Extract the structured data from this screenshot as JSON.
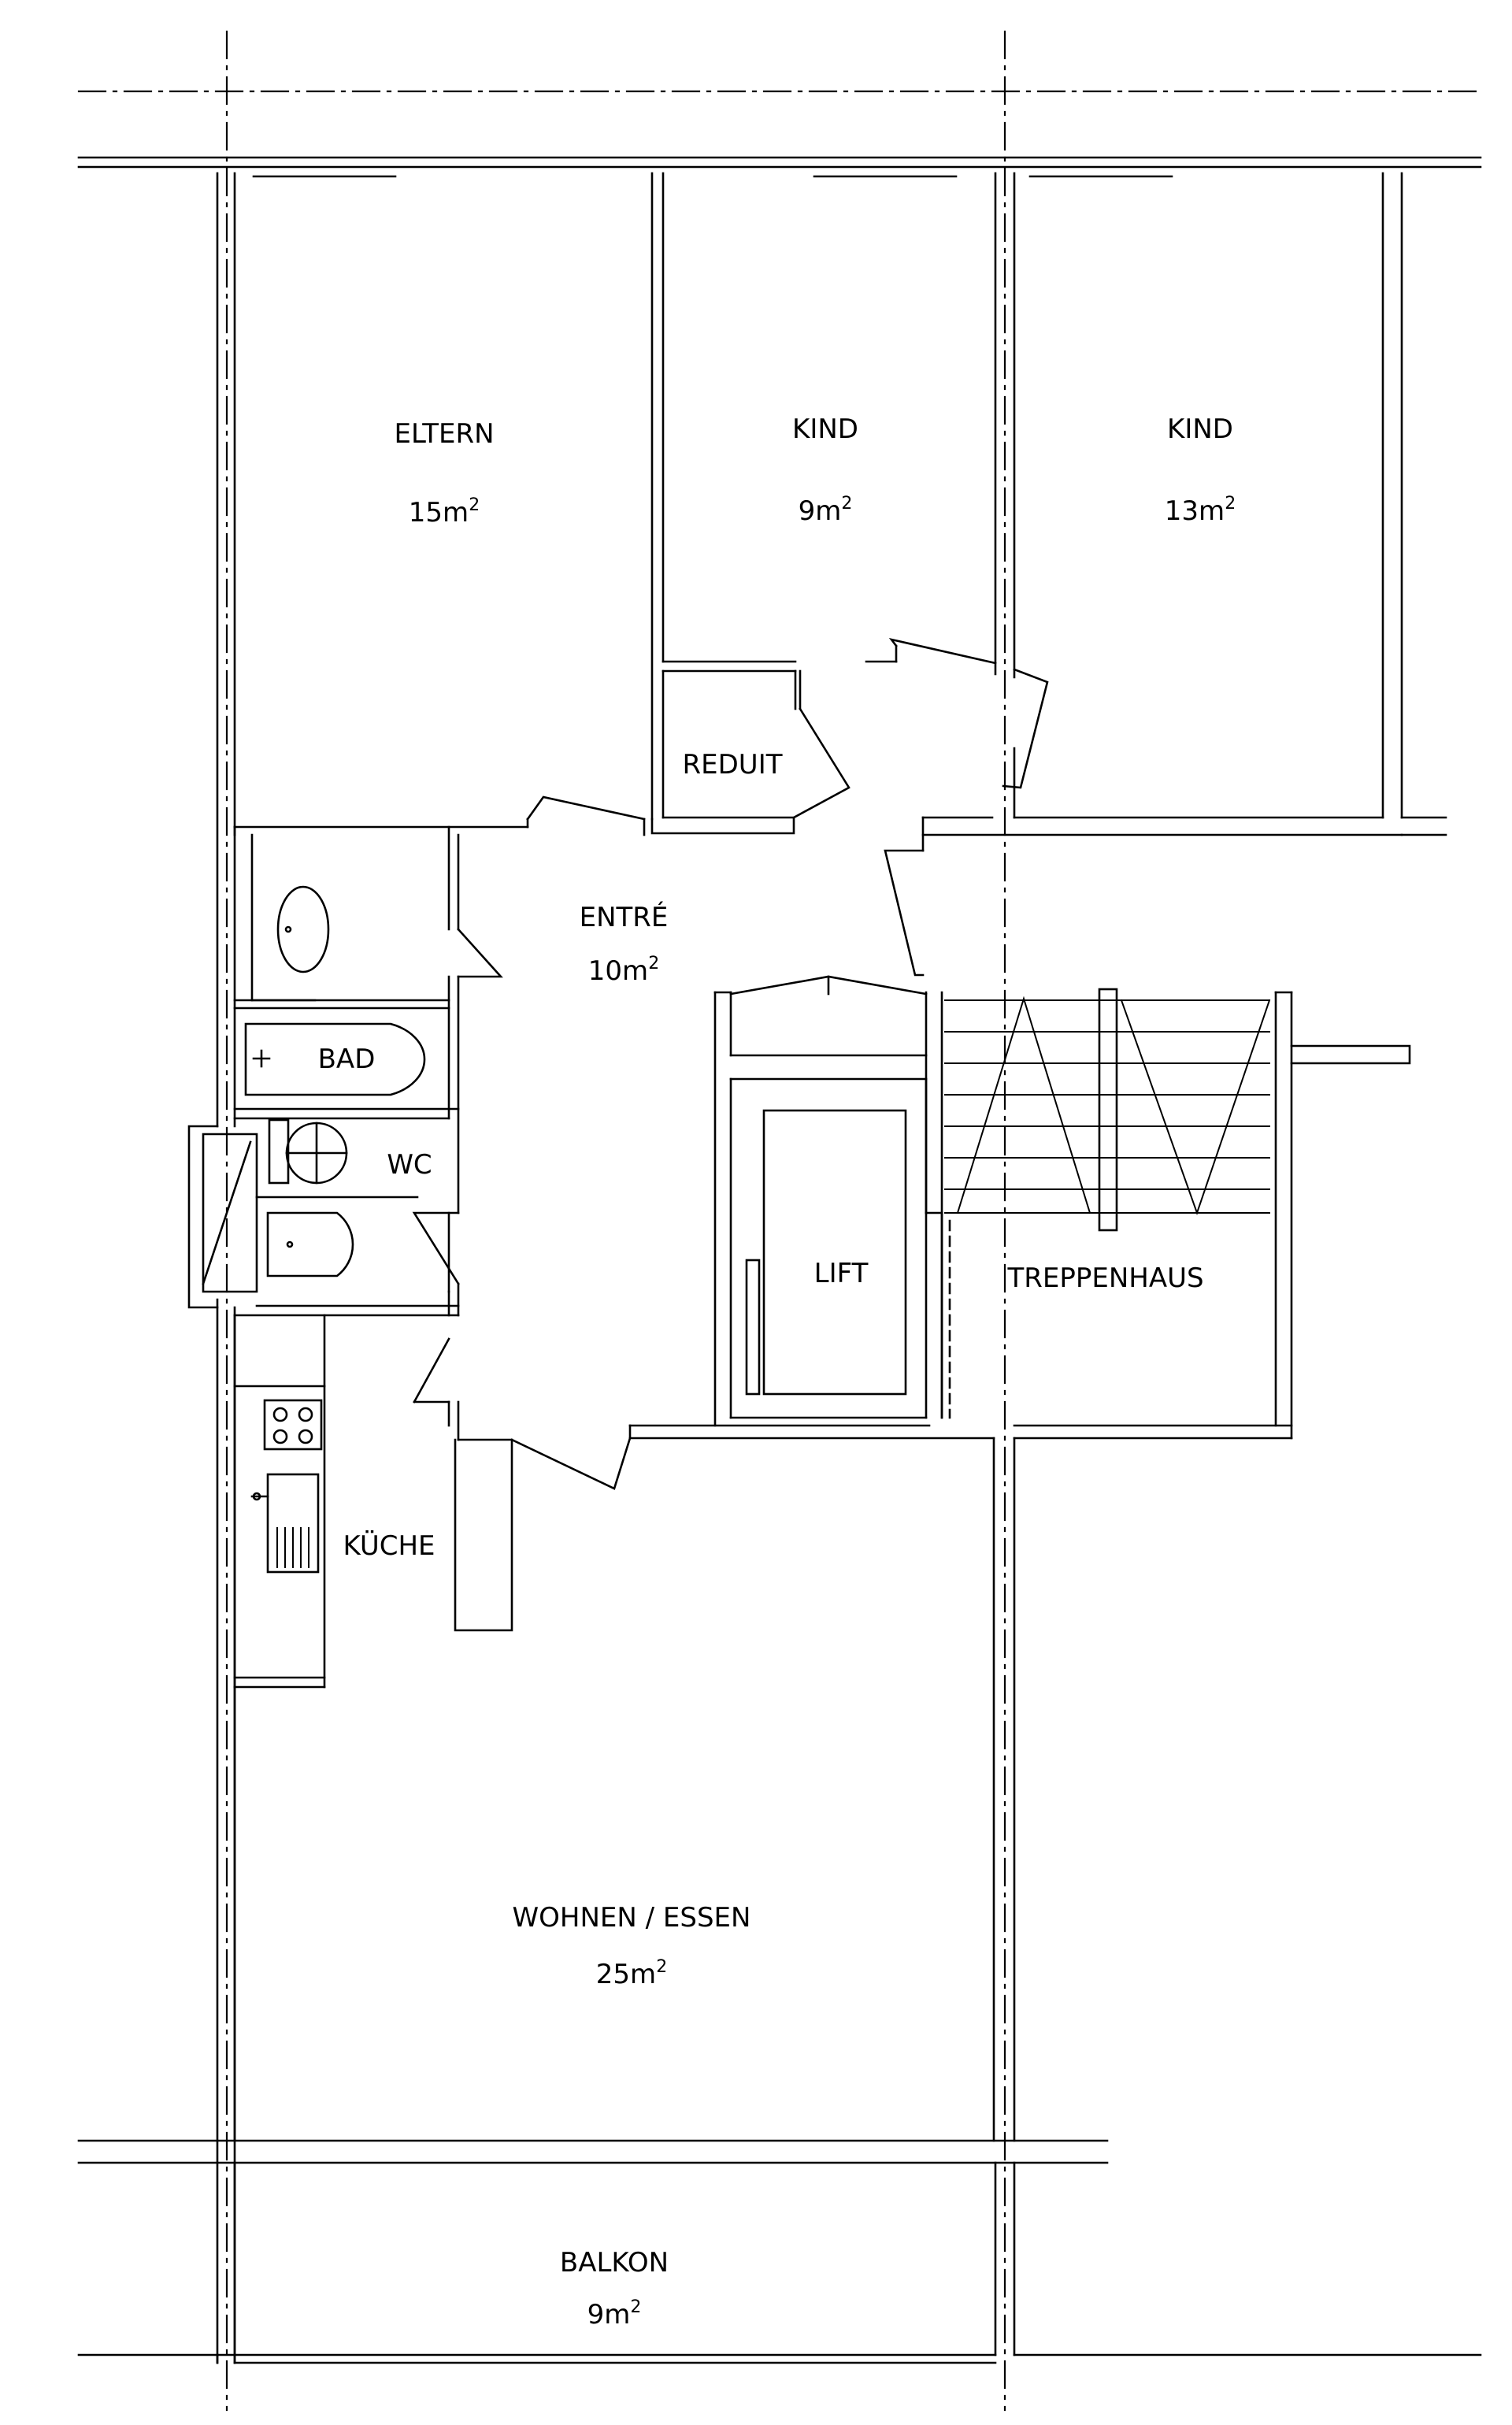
{
  "plan": {
    "rooms": {
      "eltern": {
        "name": "ELTERN",
        "area": "15m",
        "exp": "2"
      },
      "kind1": {
        "name": "KIND",
        "area": "9m",
        "exp": "2"
      },
      "kind2": {
        "name": "KIND",
        "area": "13m",
        "exp": "2"
      },
      "reduit": {
        "name": "REDUIT"
      },
      "entre": {
        "name": "ENTRÉ",
        "area": "10m",
        "exp": "2"
      },
      "bad": {
        "name": "BAD"
      },
      "wc": {
        "name": "WC"
      },
      "kueche": {
        "name": "KÜCHE"
      },
      "lift": {
        "name": "LIFT"
      },
      "treppenhaus": {
        "name": "TREPPENHAUS"
      },
      "wohnen": {
        "name": "WOHNEN / ESSEN",
        "area": "25m",
        "exp": "2"
      },
      "balkon": {
        "name": "BALKON",
        "area": "9m",
        "exp": "2"
      }
    }
  }
}
